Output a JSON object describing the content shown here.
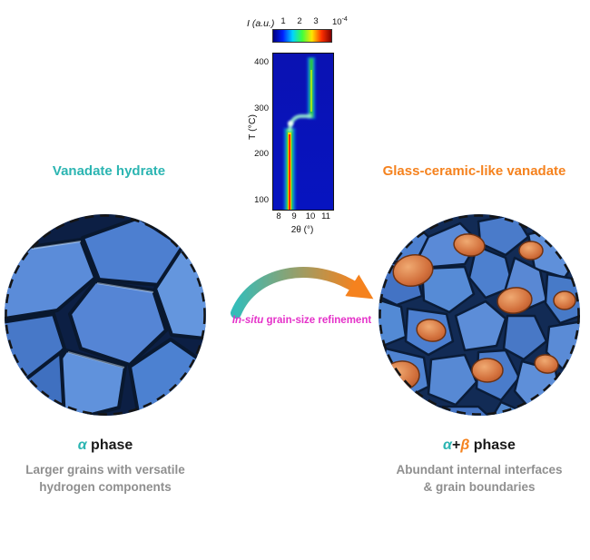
{
  "colors": {
    "teal": "#2cb5b2",
    "orange": "#f5821e",
    "magenta": "#e531c9",
    "gray_text": "#8f8f8f"
  },
  "xrd": {
    "colorbar_title": "I (a.u.)",
    "colorbar_ticks": [
      "1",
      "2",
      "3"
    ],
    "scale_base": "10",
    "scale_exp": "-4",
    "ylabel": "T (°C)",
    "yticks": [
      "400",
      "300",
      "200",
      "100"
    ],
    "xticks": [
      "8",
      "9",
      "10",
      "11"
    ],
    "xlabel": "2θ (°)"
  },
  "left": {
    "title": "Vanadate hydrate",
    "phase": {
      "alpha": "α",
      "rest": " phase"
    },
    "desc1": "Larger grains with versatile",
    "desc2": "hydrogen components"
  },
  "right": {
    "title": "Glass-ceramic-like vanadate",
    "phase": {
      "alpha": "α",
      "plus": "+",
      "beta": "β",
      "rest": " phase"
    },
    "desc1": "Abundant internal interfaces",
    "desc2": "& grain boundaries"
  },
  "arrow": {
    "label_italic": "In-situ",
    "label_rest": " grain-size refinement"
  },
  "chart_data": {
    "type": "heatmap",
    "xlabel": "2θ (°)",
    "ylabel": "T (°C)",
    "xticks": [
      8,
      9,
      10,
      11
    ],
    "yticks": [
      100,
      200,
      300,
      400
    ],
    "x_range": [
      7.6,
      11.4
    ],
    "y_range": [
      80,
      420
    ],
    "colorbar": {
      "title": "I (a.u.)",
      "ticks": [
        1,
        2,
        3
      ],
      "scale_factor": "10^-4"
    },
    "series": [
      {
        "name": "diffraction-streak-low-temperature",
        "two_theta": 8.7,
        "T_range": [
          100,
          265
        ],
        "intensity_level": "high"
      },
      {
        "name": "transition-shift",
        "two_theta_range": [
          8.7,
          10.0
        ],
        "T_range": [
          265,
          295
        ],
        "intensity_level": "medium-high"
      },
      {
        "name": "diffraction-streak-high-temperature",
        "two_theta": 10.0,
        "T_range": [
          295,
          400
        ],
        "intensity_level": "medium"
      }
    ],
    "background_intensity_level": "low",
    "grid": false,
    "legend_position": "colorbar-top"
  }
}
